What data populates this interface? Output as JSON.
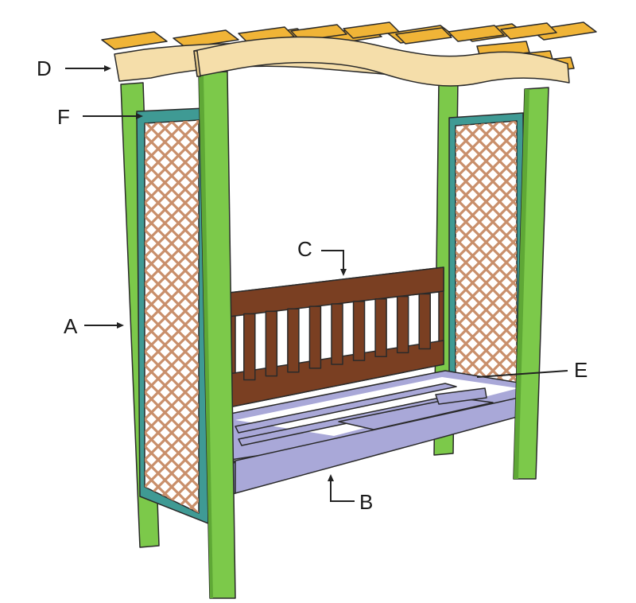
{
  "diagram": {
    "callouts": [
      {
        "id": "A",
        "label": "A"
      },
      {
        "id": "B",
        "label": "B"
      },
      {
        "id": "C",
        "label": "C"
      },
      {
        "id": "D",
        "label": "D"
      },
      {
        "id": "E",
        "label": "E"
      },
      {
        "id": "F",
        "label": "F"
      }
    ],
    "colors": {
      "posts": "#7cc94a",
      "post_edge": "#4f8f2a",
      "frame": "#3f9a94",
      "lattice": "#c98f6b",
      "backrest": "#7a3f22",
      "seat": "#a9a8d8",
      "rafters": "#f0b437",
      "beams": "#f5deaa"
    }
  }
}
